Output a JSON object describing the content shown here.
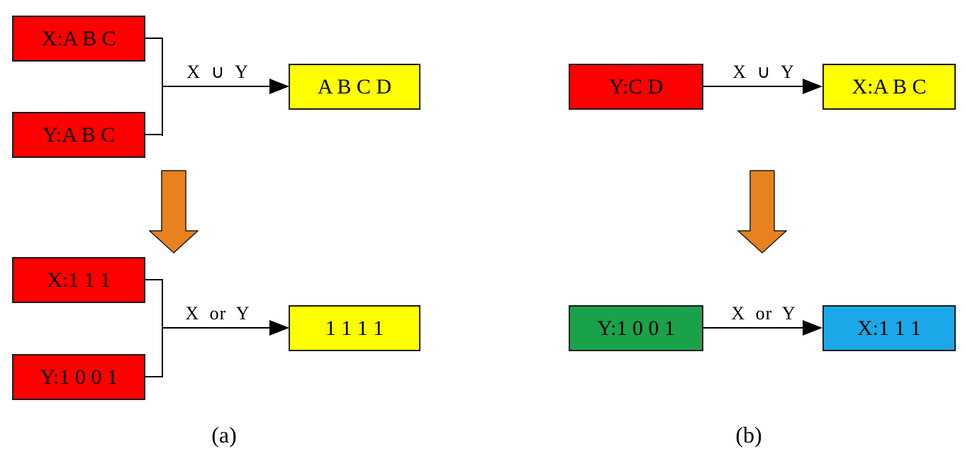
{
  "colors": {
    "set_box": "#fe0000",
    "result_box": "#ffff00",
    "bitmap_y_box": "#1aa24a",
    "bitmap_x_box": "#1ba8e8",
    "transform_arrow": "#e8821e"
  },
  "panel_a": {
    "caption": "(a)",
    "set_stage": {
      "input_x": "X:A B C",
      "input_y": "Y:A B C",
      "operation": "X ∪ Y",
      "result": "A B C D"
    },
    "bitmap_stage": {
      "input_x": "X:1 1 1",
      "input_y": "Y:1 0 0 1",
      "operation": "X or Y",
      "result": "1 1 1 1"
    }
  },
  "panel_b": {
    "caption": "(b)",
    "set_stage": {
      "input_y": "Y:C D",
      "operation": "X ∪ Y",
      "result": "X:A B C"
    },
    "bitmap_stage": {
      "input_y": "Y:1 0 0 1",
      "operation": "X or Y",
      "result": "X:1 1 1"
    }
  }
}
